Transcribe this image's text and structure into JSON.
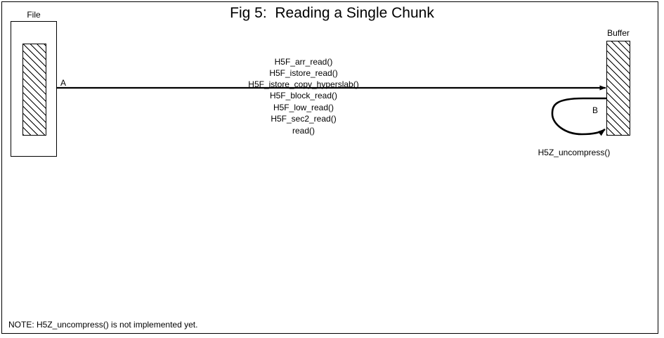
{
  "figure": {
    "title": "Fig 5:  Reading a Single Chunk"
  },
  "source": {
    "label": "File",
    "point_label": "A"
  },
  "destination": {
    "label": "Buffer",
    "point_label": "B"
  },
  "call_stack_above": [
    "H5F_arr_read()",
    "H5F_istore_read()",
    "H5F_istore_copy_hyperslab()"
  ],
  "call_stack_below": [
    "H5F_block_read()",
    "H5F_low_read()",
    "H5F_sec2_read()",
    "read()"
  ],
  "loop": {
    "label": "H5Z_uncompress()"
  },
  "footer": {
    "note": "NOTE: H5Z_uncompress() is not implemented yet."
  },
  "colors": {
    "stroke": "#000000",
    "background": "#ffffff"
  }
}
